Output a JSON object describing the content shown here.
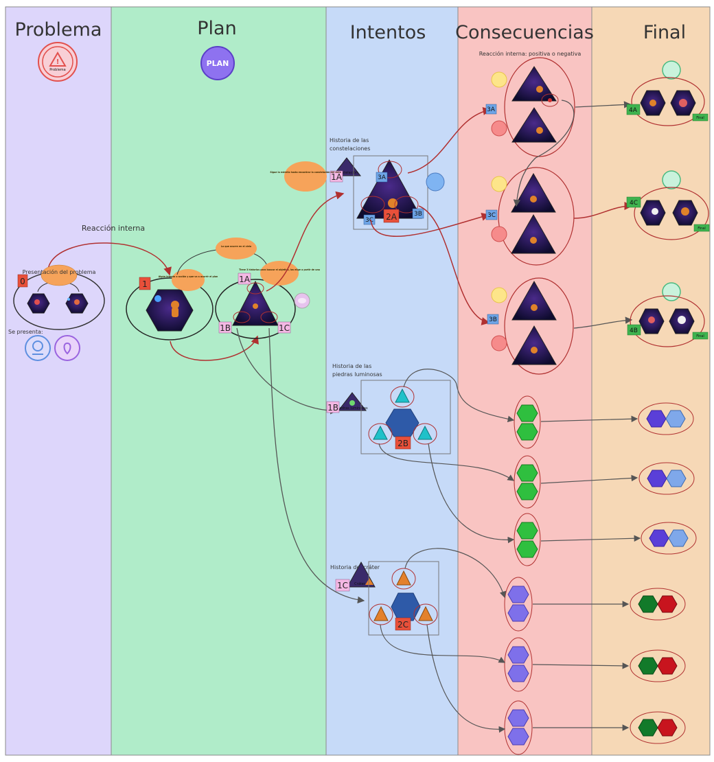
{
  "columns": [
    {
      "title": "Problema",
      "color": "#ddd6fb"
    },
    {
      "title": "Plan",
      "color": "#b0ecc9"
    },
    {
      "title": "Intentos",
      "color": "#c6daf8"
    },
    {
      "title": "Consecuencias",
      "color": "#f9c4c2"
    },
    {
      "title": "Final",
      "color": "#f6d8b6"
    }
  ],
  "problema": {
    "badge_icon": "warning-icon",
    "badge_label": "Problema",
    "start_tag": "0",
    "bubble": "Presentación del problema",
    "presenta_label": "Se presenta:",
    "presenta_icons": [
      "character-icon",
      "location-icon"
    ]
  },
  "plan": {
    "badge_label": "PLAN",
    "tag_1": "1",
    "bubble_left": "Algún intento o acción y que va a ocurrir el plan",
    "bubble_top": "Lo que ocurre en el cielo",
    "bubble_right": "Tiene 3 historias para buscar el objetivo, las elige a partir de una",
    "tag_1A": "1A",
    "tag_1B": "1B",
    "tag_1C": "1C",
    "reaction": "Reacción interna"
  },
  "intentos": {
    "story_a_title": "Historia de las constelaciones",
    "story_a_bubble": "Sigue la estrella hasta encontrar la constelación del cielo",
    "story_a_thumb": "Constelación",
    "story_b_title": "Historia de las piedras luminosas",
    "story_b_thumb": "Piedras luminosas",
    "story_c_title": "Historia del cráter",
    "story_c_thumb": "Cráter",
    "tag_1A": "1A",
    "tag_1B": "1B",
    "tag_1C": "1C",
    "tag_2A": "2A",
    "tag_2B": "2B",
    "tag_2C": "2C",
    "tag_3A": "3A",
    "tag_3B": "3B",
    "tag_3C": "3C"
  },
  "consecuencias": {
    "reaction": "Reacción interna: positiva o negativa",
    "tag_3A": "3A",
    "tag_3C": "3C",
    "tag_3B": "3B"
  },
  "final": {
    "tag_4A": "4A",
    "tag_4C": "4C",
    "tag_4B": "4B",
    "final_label": "Final"
  },
  "colors": {
    "red_line": "#b03030",
    "grey_line": "#555555",
    "orange_bubble": "#f6a35a",
    "tag_red": "#e8503a",
    "tag_pink": "#f4b8e4",
    "tag_blue": "#6ea4e6",
    "tag_green": "#3fb34f",
    "hex_green": "#2fbf3f",
    "hex_purple": "#7e70ea",
    "tri_cyan": "#1fc1c9",
    "tri_orange": "#e3812c",
    "hex_blue": "#2e5aa8"
  }
}
